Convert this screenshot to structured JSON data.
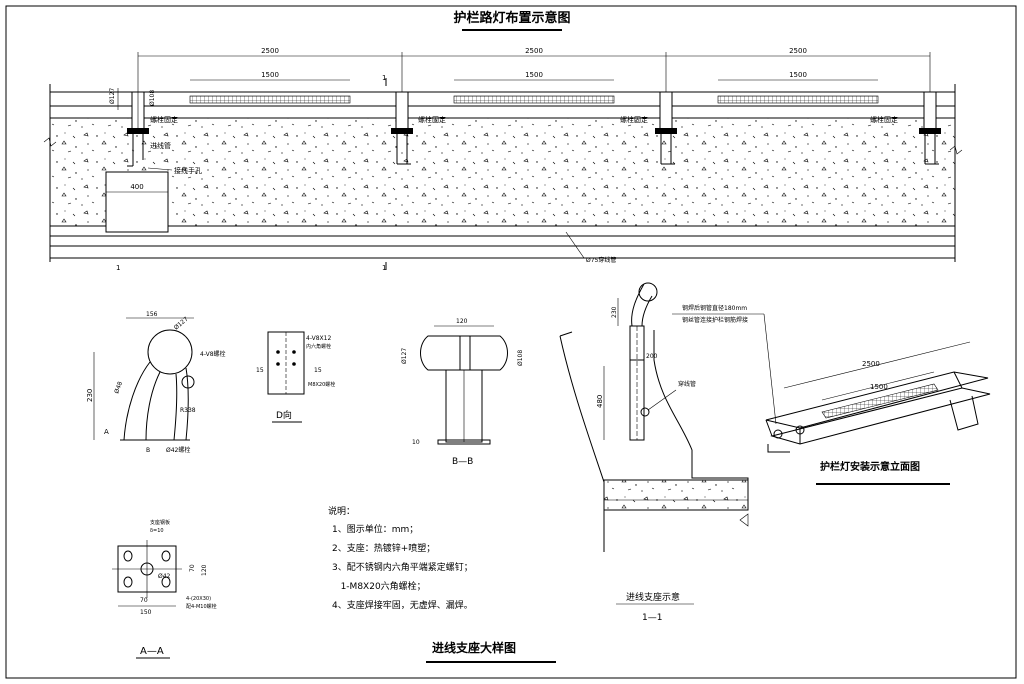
{
  "titles": {
    "main": "护栏路灯布置示意图",
    "detail": "进线支座大样图",
    "elevation": "护栏灯安装示意立面图",
    "section_caption": "进线支座示意",
    "section_mark": "1—1",
    "view_d": "D向",
    "view_bb": "B—B",
    "view_aa": "A—A"
  },
  "plan": {
    "dims_2500": [
      "2500",
      "2500",
      "2500"
    ],
    "dims_1500": [
      "1500",
      "1500",
      "1500"
    ],
    "dim_400": "400",
    "dim_127": "Ø127",
    "dim_108": "Ø108",
    "labels": {
      "bolt1": "螺栓固定",
      "pipe": "进线管",
      "wire_box": "接线手孔",
      "bolt2": "螺栓固定",
      "bolt3": "螺栓固定",
      "bolt4": "螺栓固定",
      "conduit": "Ø75穿线管",
      "mark1_top": "1",
      "mark1_bottom": "1"
    }
  },
  "detail_left": {
    "d156": "156",
    "d127": "Ø127",
    "bolt": "4-V8螺栓",
    "d230": "230",
    "d48": "Ø48",
    "r338": "R338",
    "d42": "Ø42螺栓",
    "a_mark": "A",
    "b_mark": "B"
  },
  "view_d": {
    "bolt": "4-V8X12",
    "bolt_note": "内六角螺栓",
    "d15a": "15",
    "d15b": "15",
    "m8": "M8X20螺栓"
  },
  "view_bb": {
    "d120": "120",
    "d127": "Ø127",
    "d108": "Ø108",
    "d10": "10"
  },
  "view_aa": {
    "plate": "支座钢板",
    "plate_t": "δ=10",
    "d42": "Ø42",
    "d70a": "70",
    "d70b": "70",
    "d120": "120",
    "d150": "150",
    "holes": "4-(20X30)",
    "bolts": "配4-M10螺栓"
  },
  "notes": {
    "heading": "说明：",
    "items": [
      "1、图示单位：mm；",
      "2、支座：热镀锌+喷塑；",
      "3、配不锈钢内六角平端紧定螺钉；",
      "   1-M8X20六角螺栓；",
      "4、支座焊接牢固，无虚焊、漏焊。"
    ]
  },
  "section": {
    "d230": "230",
    "d200": "200",
    "d480": "480",
    "pipe": "穿线管"
  },
  "elevation": {
    "note1": "钢焊后钢管直径180mm",
    "note2": "钢丝管连接护栏钢筋焊接",
    "d2500": "2500",
    "d1500": "1500"
  }
}
